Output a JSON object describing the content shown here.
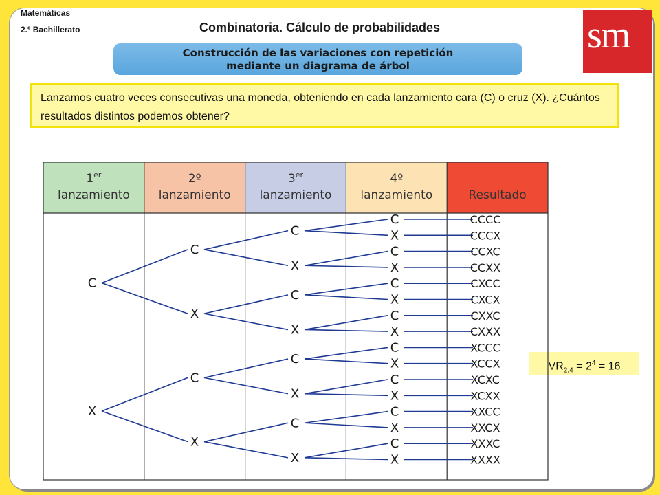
{
  "header": {
    "subject": "Matemáticas",
    "course": "2.º Bachillerato",
    "title": "Combinatoria. Cálculo de probabilidades",
    "logo_text": "sm",
    "subtitle_line1": "Construcción de las variaciones con repetición",
    "subtitle_line2": "mediante un diagrama de árbol"
  },
  "problem": {
    "text": "Lanzamos cuatro veces consecutivas una moneda, obteniendo en cada lanzamiento cara (C) o cruz (X). ¿Cuántos resultados distintos podemos obtener?"
  },
  "formula": {
    "prefix": "VR",
    "subscript": "2,4",
    "middle": " = 2",
    "superscript": "4",
    "suffix": " = 16"
  },
  "table": {
    "columns": [
      {
        "num": "1",
        "sup": "er",
        "label": "lanzamiento",
        "color": "#bfe1bb"
      },
      {
        "num": "2º",
        "sup": "",
        "label": "lanzamiento",
        "color": "#f6c3a7"
      },
      {
        "num": "3",
        "sup": "er",
        "label": "lanzamiento",
        "color": "#c6cde5"
      },
      {
        "num": "4º",
        "sup": "",
        "label": "lanzamiento",
        "color": "#fde3b4"
      },
      {
        "num": "",
        "sup": "",
        "label": "Resultado",
        "color": "#ee4a34"
      }
    ],
    "level1": [
      "C",
      "X"
    ],
    "level2": [
      "C",
      "X",
      "C",
      "X"
    ],
    "level3": [
      "C",
      "X",
      "C",
      "X",
      "C",
      "X",
      "C",
      "X"
    ],
    "level4": [
      "C",
      "X",
      "C",
      "X",
      "C",
      "X",
      "C",
      "X",
      "C",
      "X",
      "C",
      "X",
      "C",
      "X",
      "C",
      "X"
    ],
    "results": [
      "CCCC",
      "CCCX",
      "CCXC",
      "CCXX",
      "CXCC",
      "CXCX",
      "CXXC",
      "CXXX",
      "XCCC",
      "XCCX",
      "XCXC",
      "XCXX",
      "XXCC",
      "XXCX",
      "XXXC",
      "XXXX"
    ]
  }
}
